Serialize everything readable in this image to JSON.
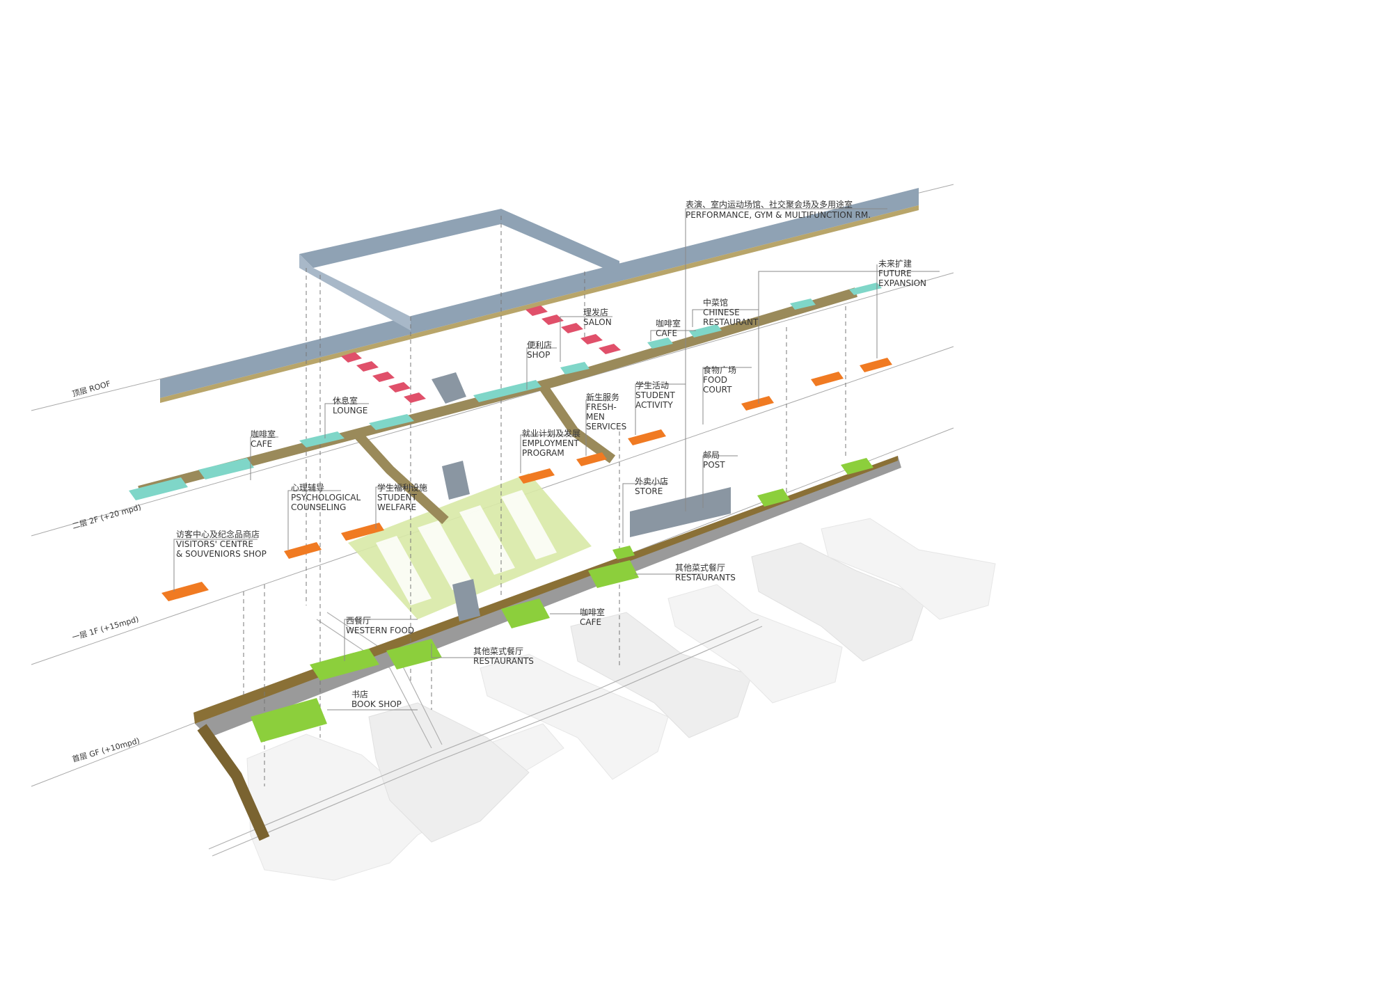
{
  "levels": {
    "roof": "顶层 ROOF",
    "f2": "二层 2F (+20 mpd)",
    "f1": "一层 1F (+15mpd)",
    "gf": "首层 GF (+10mpd)"
  },
  "labels": {
    "performance_cn": "表演、室内运动场馆、社交聚会场及多用途室",
    "performance_en": "PERFORMANCE, GYM & MULTIFUNCTION RM.",
    "future_cn": "未来扩建",
    "future_en1": "FUTURE",
    "future_en2": "EXPANSION",
    "salon_cn": "理发店",
    "salon_en": "SALON",
    "cafe_top_cn": "咖啡室",
    "cafe_top_en": "CAFE",
    "chinese_cn": "中菜馆",
    "chinese_en1": "CHINESE",
    "chinese_en2": "RESTAURANT",
    "shop_cn": "便利店",
    "shop_en": "SHOP",
    "foodcourt_cn": "食物广场",
    "foodcourt_en1": "FOOD",
    "foodcourt_en2": "COURT",
    "lounge_cn": "休息室",
    "lounge_en": "LOUNGE",
    "cafe_2f_cn": "咖啡室",
    "cafe_2f_en": "CAFE",
    "freshmen_cn": "新生服务",
    "freshmen_en1": "FRESH-",
    "freshmen_en2": "MEN",
    "freshmen_en3": "SERVICES",
    "activity_cn": "学生活动",
    "activity_en1": "STUDENT",
    "activity_en2": "ACTIVITY",
    "employment_cn": "就业计划及发展",
    "employment_en1": "EMPLOYMENT",
    "employment_en2": "PROGRAM",
    "post_cn": "邮局",
    "post_en": "POST",
    "store_cn": "外卖小店",
    "store_en": "STORE",
    "psych_cn": "心理辅导",
    "psych_en1": "PSYCHOLOGICAL",
    "psych_en2": "COUNSELING",
    "welfare_cn": "学生福利设施",
    "welfare_en1": "STUDENT",
    "welfare_en2": "WELFARE",
    "visitors_cn": "访客中心及纪念品商店",
    "visitors_en1": "VISITORS' CENTRE",
    "visitors_en2": "& SOUVENIORS SHOP",
    "restaurants_r_cn": "其他菜式餐厅",
    "restaurants_r_en": "RESTAURANTS",
    "cafe_gf_cn": "咖啡室",
    "cafe_gf_en": "CAFE",
    "western_cn": "西餐厅",
    "western_en": "WESTERN FOOD",
    "restaurants_l_cn": "其他菜式餐厅",
    "restaurants_l_en": "RESTAURANTS",
    "bookshop_cn": "书店",
    "bookshop_en": "BOOK SHOP"
  },
  "colors": {
    "cafe_teal": "#7fd6c8",
    "salon_red": "#e0506a",
    "program_orange": "#f07a22",
    "gf_green": "#8ccf3c",
    "roof_steel": "#8fa2b4",
    "walkway": "#b8a56a",
    "plaza": "#d8e9a6",
    "service_grey": "#8a96a2"
  }
}
